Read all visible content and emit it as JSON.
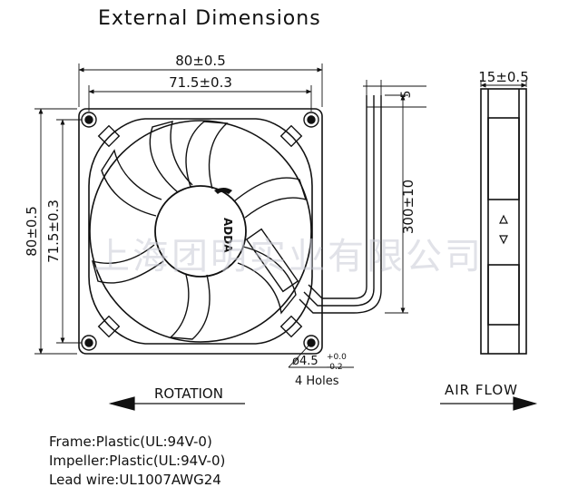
{
  "title": "External Dimensions",
  "dimensions": {
    "frame_width": "80±0.5",
    "hole_spacing_width": "71.5±0.3",
    "frame_height": "80±0.5",
    "hole_spacing_height": "71.5±0.3",
    "lead_wire_length": "300±10",
    "lead_wire_end": "5",
    "thickness": "15±0.5",
    "hole_diameter_prefix": "ø4.5",
    "hole_tol_upper": "+0.0",
    "hole_tol_lower": "-0.2",
    "hole_count": "4 Holes"
  },
  "labels": {
    "rotation": "ROTATION",
    "air_flow": "AIR FLOW",
    "brand": "ADDA",
    "watermark": "上海团明实业有限公司"
  },
  "specs": [
    "Frame:Plastic(UL:94V-0)",
    "Impeller:Plastic(UL:94V-0)",
    "Lead wire:UL1007AWG24"
  ]
}
